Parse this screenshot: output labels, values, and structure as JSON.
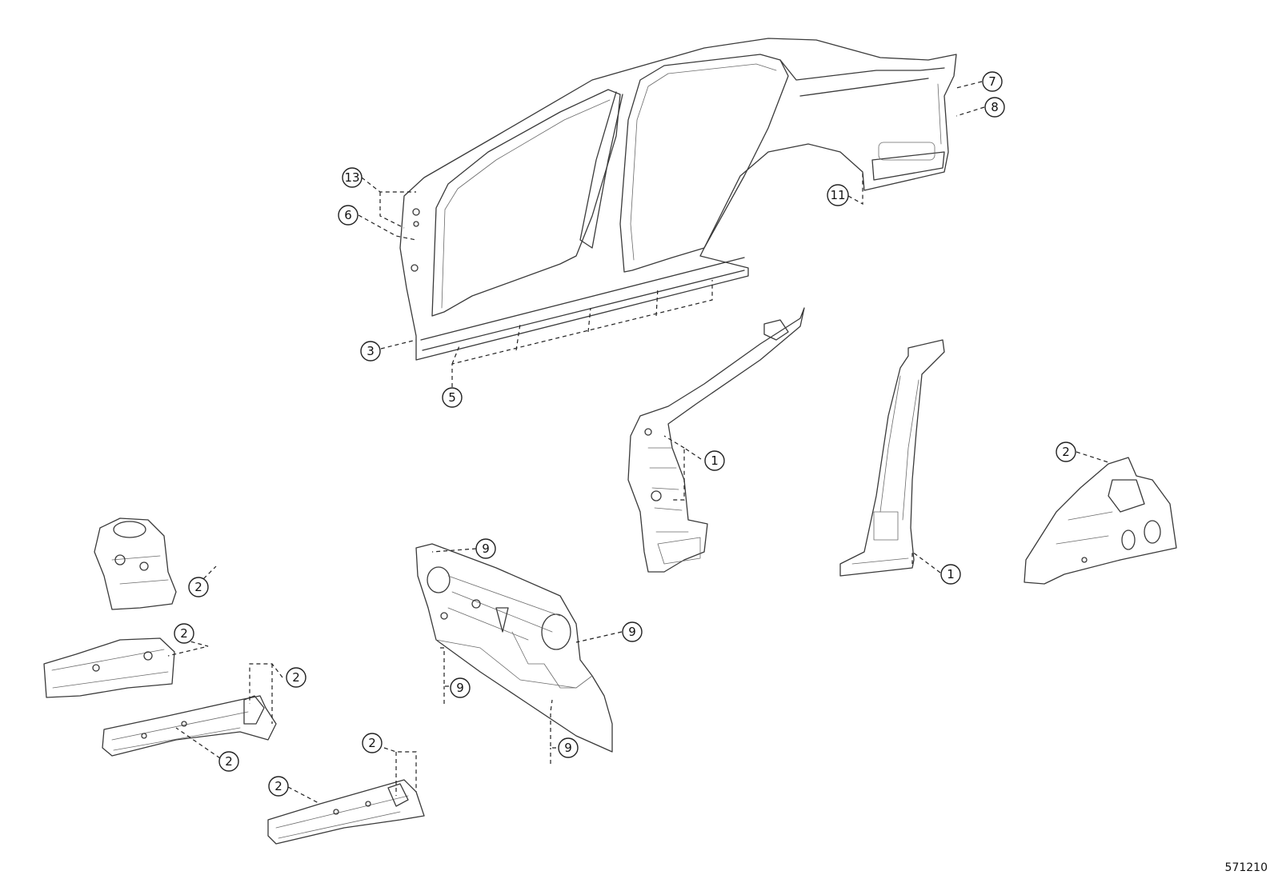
{
  "figure_number": "571210",
  "callouts": {
    "c1a": "1",
    "c1b": "1",
    "c2a": "2",
    "c2b": "2",
    "c2c": "2",
    "c2d": "2",
    "c2e": "2",
    "c2f": "2",
    "c2g": "2",
    "c3": "3",
    "c5": "5",
    "c6": "6",
    "c7": "7",
    "c8": "8",
    "c9a": "9",
    "c9b": "9",
    "c9c": "9",
    "c9d": "9",
    "c11": "11",
    "c13": "13"
  }
}
